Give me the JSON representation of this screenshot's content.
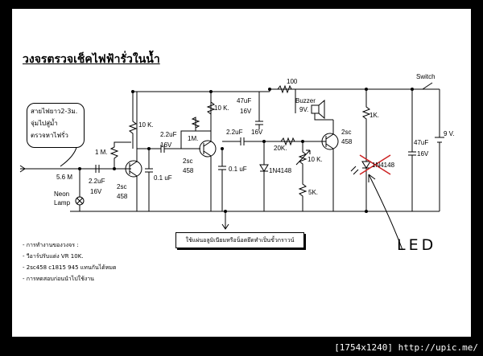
{
  "title": "วงจรตรวจเช็คไฟฟ้ารั่วในน้ำ",
  "callout": [
    "สายไฟยาว2-3ม.",
    "จุ่มไปสู่ม้ำ",
    "ตรวจหาไฟรั่ว"
  ],
  "labels": {
    "r_100": "100",
    "switch": "Switch",
    "c_47uf_a": "47uF",
    "v_16_a": "16V",
    "buzzer": "Buzzer",
    "buzzer_v": "9V.",
    "r_1k_right": "1K.",
    "r_10k_a": "10 K.",
    "r_10k_b": "10 K.",
    "c_22uf_a": "2.2uF",
    "v_16_b": "16V",
    "r_1m_a": "1M.",
    "c_22uf_b": "2.2uF",
    "v_16_c": "16V",
    "r_20k": "20K.",
    "q_2sc_a": "2sc",
    "q_458_a": "458",
    "c_47uf_b": "47uF",
    "v_16_d": "16V",
    "batt_9v": "9 V.",
    "r_1m_b": "1 M.",
    "q_2sc_b": "2sc",
    "q_458_b": "458",
    "r_10k_c": "10 K.",
    "r_56m": "5.6 M",
    "c_22uf_c": "2.2uF",
    "v_16_e": "16V",
    "q_2sc_c": "2sc",
    "q_458_c": "458",
    "c_01uf_a": "0.1 uF",
    "c_01uf_b": "0.1 uF",
    "diode_a": "1N4148",
    "diode_b": "1N4148",
    "r_5k": "5K.",
    "neon_a": "Neon",
    "neon_b": "Lamp",
    "led": "LED"
  },
  "note_box": "ใช้แผ่นอลูมิเนียมหรือน็อตยึดทำเป็นขั้วกราวน์",
  "notes": [
    "- การทำงานของวงจร :",
    "- วีอาร์ปรับแต่ง VR 10K.",
    "- 2sc458  c1815 945 แทนกันได้หมด",
    "- การทดสอบก่อนนำไปใช้งาน"
  ],
  "watermark": "[1754x1240] http://upic.me/",
  "colors": {
    "ink": "#000000",
    "cross": "#cc2222",
    "frame": "#000000",
    "paper": "#ffffff"
  }
}
